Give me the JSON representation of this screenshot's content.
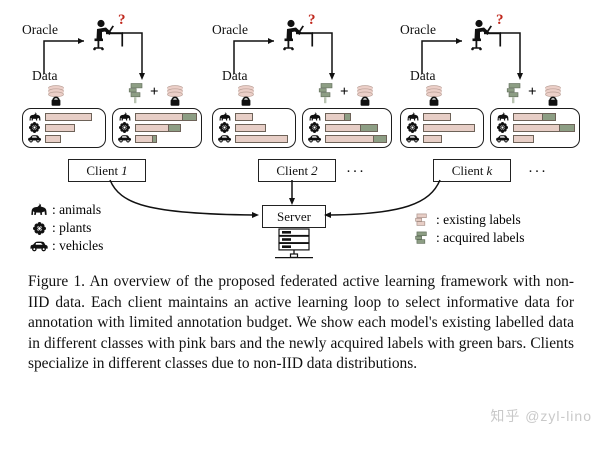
{
  "figure": {
    "caption_label": "Figure 1.",
    "caption_text": " An overview of the proposed federated active learning framework with non-IID data. Each client maintains an active learning loop to select informative data for annotation with limited annotation budget. We show each model's existing labelled data in different classes with pink bars and the newly acquired labels with green bars. Clients specialize in different classes due to non-IID data distributions.",
    "watermark": "知乎 @zyl-lino"
  },
  "colors": {
    "existing_label_pink": "#e7cec6",
    "acquired_label_green": "#8d9e84",
    "question_mark_red": "#c0271c",
    "stroke": "#1d1d1d",
    "bar_stroke": "#6d6258"
  },
  "labels": {
    "oracle": "Oracle",
    "data": "Data",
    "question": "?",
    "plus": "+",
    "server": "Server",
    "ellipsis": "···"
  },
  "class_legend": {
    "items": [
      {
        "icon": "horse-icon",
        "label": ": animals"
      },
      {
        "icon": "flower-icon",
        "label": ": plants"
      },
      {
        "icon": "car-icon",
        "label": ": vehicles"
      }
    ]
  },
  "label_legend": {
    "items": [
      {
        "icon": "pink-label-stack-icon",
        "label": ": existing labels"
      },
      {
        "icon": "green-label-stack-icon",
        "label": ": acquired labels"
      }
    ]
  },
  "clients": [
    {
      "name": "Client 1",
      "name_plain": "Client",
      "name_italic": "1",
      "before": {
        "bars": [
          {
            "class": "animals",
            "existing": 64,
            "acquired": 0
          },
          {
            "class": "plants",
            "existing": 40,
            "acquired": 0
          },
          {
            "class": "vehicles",
            "existing": 22,
            "acquired": 0
          }
        ]
      },
      "after": {
        "bars": [
          {
            "class": "animals",
            "existing": 64,
            "acquired": 18
          },
          {
            "class": "plants",
            "existing": 40,
            "acquired": 14
          },
          {
            "class": "vehicles",
            "existing": 22,
            "acquired": 5
          }
        ]
      }
    },
    {
      "name": "Client 2",
      "name_plain": "Client",
      "name_italic": "2",
      "before": {
        "bars": [
          {
            "class": "animals",
            "existing": 24,
            "acquired": 0
          },
          {
            "class": "plants",
            "existing": 42,
            "acquired": 0
          },
          {
            "class": "vehicles",
            "existing": 72,
            "acquired": 0
          }
        ]
      },
      "after": {
        "bars": [
          {
            "class": "animals",
            "existing": 24,
            "acquired": 6
          },
          {
            "class": "plants",
            "existing": 42,
            "acquired": 20
          },
          {
            "class": "vehicles",
            "existing": 72,
            "acquired": 18
          }
        ]
      }
    },
    {
      "name": "Client k",
      "name_plain": "Client",
      "name_italic": "k",
      "before": {
        "bars": [
          {
            "class": "animals",
            "existing": 38,
            "acquired": 0
          },
          {
            "class": "plants",
            "existing": 70,
            "acquired": 0
          },
          {
            "class": "vehicles",
            "existing": 26,
            "acquired": 0
          }
        ]
      },
      "after": {
        "bars": [
          {
            "class": "animals",
            "existing": 38,
            "acquired": 16
          },
          {
            "class": "plants",
            "existing": 70,
            "acquired": 22
          },
          {
            "class": "vehicles",
            "existing": 26,
            "acquired": 0
          }
        ]
      }
    }
  ]
}
